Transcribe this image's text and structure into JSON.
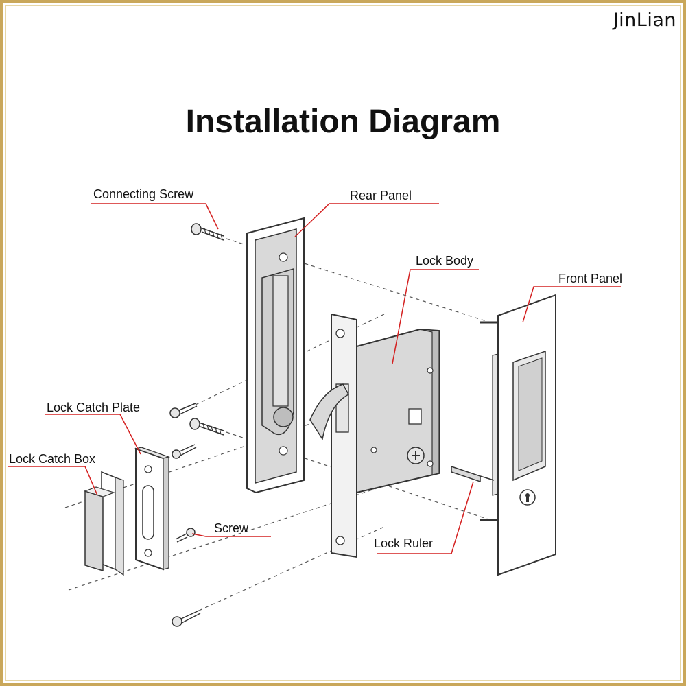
{
  "brand": "JinLian",
  "title": "Installation Diagram",
  "labels": {
    "connecting_screw": "Connecting Screw",
    "rear_panel": "Rear Panel",
    "lock_body": "Lock Body",
    "front_panel": "Front Panel",
    "lock_catch_plate": "Lock Catch Plate",
    "lock_catch_box": "Lock Catch Box",
    "screw": "Screw",
    "lock_ruler": "Lock Ruler"
  },
  "colors": {
    "frame": "#c9a75a",
    "leader": "#d42020",
    "part_fill": "#d9d9d9",
    "outline": "#333333"
  }
}
